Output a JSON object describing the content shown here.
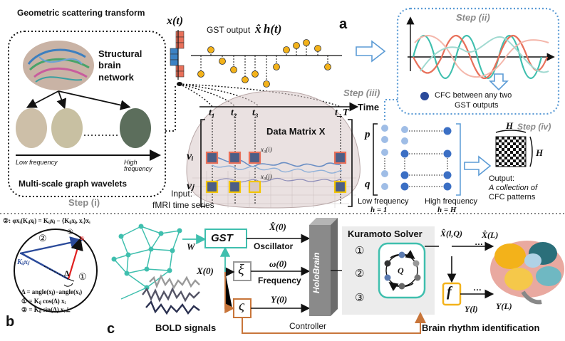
{
  "panel_a": {
    "label": "a",
    "gst_title": "Geometric scattering transform",
    "brain_network_label": "Structural brain network",
    "low_freq": "Low frequency",
    "high_freq": "High frequency",
    "wavelets": "Multi-scale graph wavelets",
    "step1": "Step (i)",
    "xt": "x(t)",
    "gst_output": "GST output",
    "gst_output_math": "x̂ h(t)",
    "time": "Time",
    "t1": "t₁",
    "t2": "t₂",
    "t3": "t₃",
    "tT": "t_T",
    "data_matrix": "Data Matrix X",
    "vi": "vᵢ",
    "vj": "vⱼ",
    "x3i": "x₃(i)",
    "x3j": "x₃(j)",
    "input_label": "Input:",
    "fmri": "fMRI time series",
    "step2": "Step (ii)",
    "step3": "Step (iii)",
    "cfc": "CFC between any two",
    "cfc2": "GST outputs",
    "p": "p",
    "q": "q",
    "lowf": "Low frequency",
    "lowh": "h = 1",
    "highf": "High frequency",
    "highh": "h = H",
    "H": "H",
    "step4": "Step (iv)",
    "output1": "Output:",
    "output2": "A collection of",
    "output3": "CFC patterns"
  },
  "panel_b": {
    "label": "b",
    "phi_formula": "②: φxᵢ(Kᵢⱼxⱼ) = Kᵢⱼxⱼ − ⟨Kᵢⱼxⱼ, xᵢ⟩xᵢ",
    "circled1": "①",
    "circled2": "②",
    "xi": "xᵢ",
    "kx": "Kᵢⱼxⱼ",
    "delta": "Δ",
    "eq1": "Δ = angle(xⱼ)−angle(xᵢ)",
    "eq2": "① = Kᵢⱼ cos(Δ) xᵢ",
    "eq3": "② = Kᵢⱼ sin(Δ) xᵢ⊥"
  },
  "panel_c": {
    "label": "c",
    "W": "W",
    "X0": "X(0)",
    "gst": "GST",
    "xi": "ξ",
    "sigma": "ς",
    "xhat0": "X̂(0)",
    "oscillator": "Oscillator",
    "omega0": "ω(0)",
    "frequency": "Frequency",
    "Y0": "Y(0)",
    "controller": "Controller",
    "holobrain": "HoloBrain",
    "kuramoto": "Kuramoto Solver",
    "n1": "①",
    "n2": "②",
    "n3": "③",
    "Q": "Q",
    "xhatlq": "X̂(l,Q)",
    "xhatL": "X̂(L)",
    "dots": "…",
    "f": "f",
    "Yl": "Y(l)",
    "YL": "Y(L)",
    "bold": "BOLD signals",
    "rhythm": "Brain rhythm identification"
  },
  "colors": {
    "blue_dotted": "#5b9bd5",
    "teal": "#3fbfae",
    "orange": "#c8753a",
    "gold": "#f3b21a",
    "red_bar": "#e8705a",
    "blue_bar": "#3b82c4",
    "navy_node": "#2a4a9a"
  }
}
